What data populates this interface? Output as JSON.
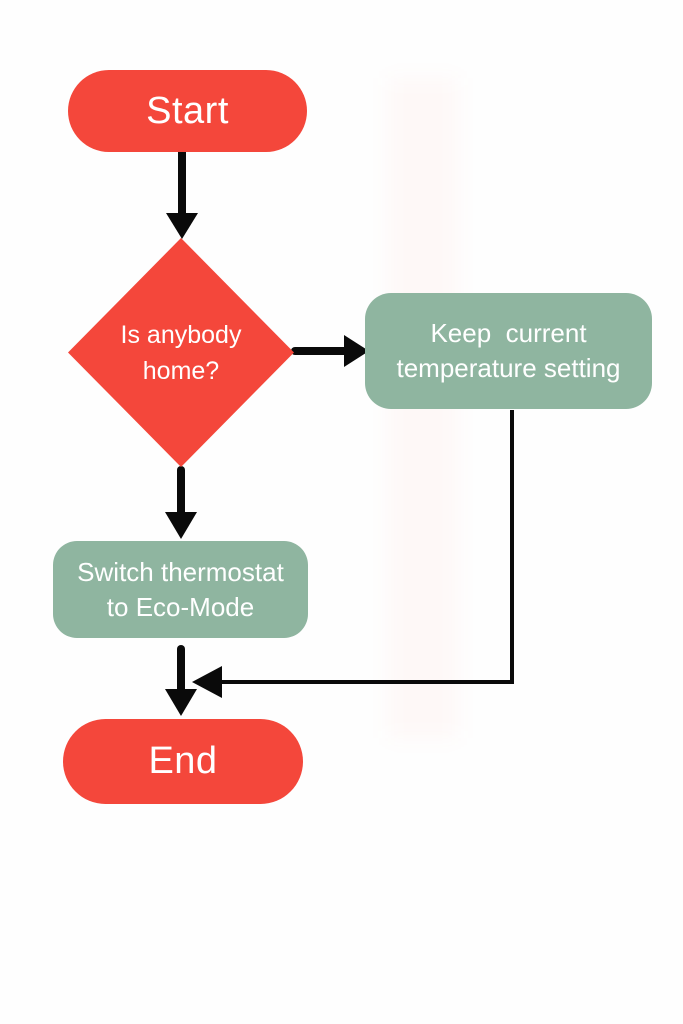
{
  "diagram": {
    "type": "flowchart",
    "colors": {
      "red": "#F4473B",
      "green": "#8FB5A0",
      "arrow": "#0A0A0A",
      "node-text": "#FFFFFF",
      "background": "#FEFEFE"
    },
    "nodes": {
      "start": {
        "kind": "terminator",
        "label": "Start"
      },
      "decision": {
        "kind": "decision",
        "label": "Is anybody home?",
        "line1": "Is anybody",
        "line2": "home?"
      },
      "keep": {
        "kind": "process",
        "label": "Keep  current temperature setting",
        "line1": "Keep  current",
        "line2": "temperature setting"
      },
      "eco": {
        "kind": "process",
        "label": "Switch thermostat to Eco-Mode",
        "line1": "Switch thermostat",
        "line2": "to Eco-Mode"
      },
      "end": {
        "kind": "terminator",
        "label": "End"
      }
    },
    "edges": [
      {
        "from": "start",
        "to": "decision"
      },
      {
        "from": "decision",
        "to": "keep"
      },
      {
        "from": "decision",
        "to": "eco"
      },
      {
        "from": "eco",
        "to": "end"
      },
      {
        "from": "keep",
        "to": "end"
      }
    ]
  }
}
